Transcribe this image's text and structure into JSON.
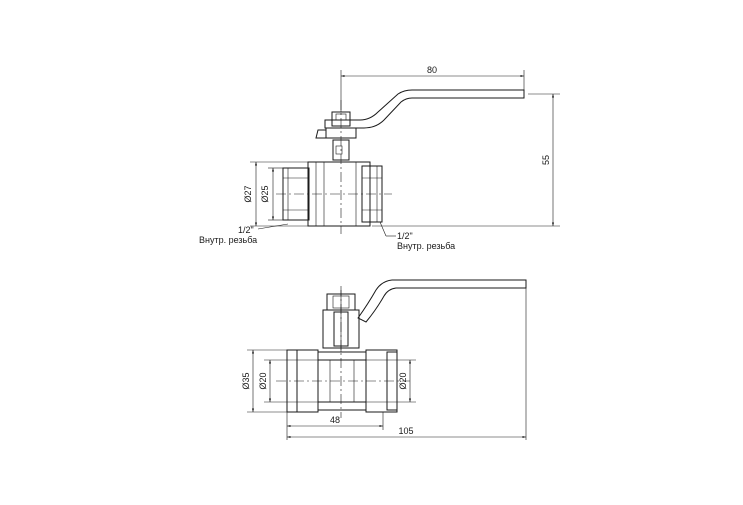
{
  "dimensions": {
    "top_handle_length": "80",
    "top_height": "55",
    "top_outer_dia": "Ø27",
    "top_inner_dia": "Ø25",
    "bottom_outer_dia": "Ø35",
    "bottom_bore_left": "Ø20",
    "bottom_bore_right": "Ø20",
    "bottom_half_length": "48",
    "bottom_total_length": "105"
  },
  "callouts": {
    "left_thread_size": "1/2\"",
    "left_thread_type": "Внутр. резьба",
    "right_thread_size": "1/2\"",
    "right_thread_type": "Внутр. резьба"
  }
}
